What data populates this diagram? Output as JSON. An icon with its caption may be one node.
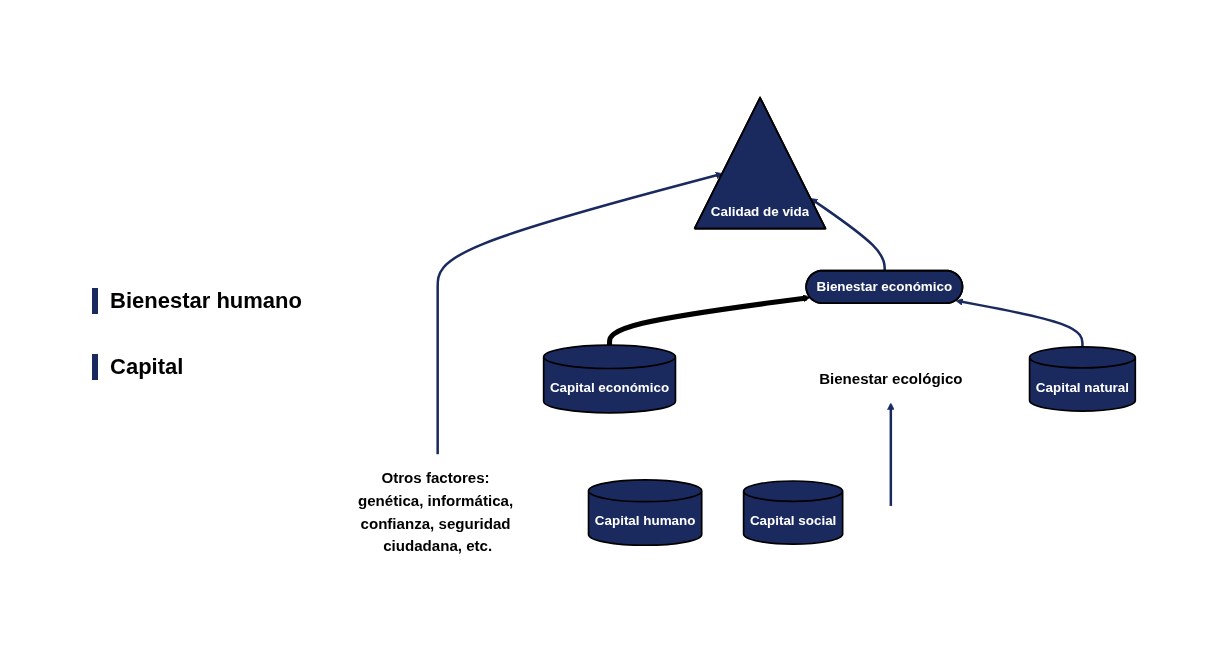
{
  "diagram": {
    "nodes": [
      {
        "text": [
          "Otros factores: genética, informática, confianza, seguridad ciudadana, etc."
        ]
      },
      {
        "text": [
          "Calidad de vida"
        ]
      },
      {
        "text": [
          "Bienestar económico"
        ]
      },
      {
        "text": [
          "Capital económico"
        ]
      },
      {
        "text": [
          "Capital humano"
        ]
      },
      {
        "text": [
          "Capital social"
        ]
      },
      {
        "text": [
          "Capital natural"
        ]
      },
      {
        "text": [
          "Bienestar ecológico"
        ]
      }
    ],
    "edges": [
      {
        "from": 0,
        "to": 1,
        "arrow": "to"
      },
      {
        "from": 2,
        "to": 1,
        "arrow": "to"
      },
      {
        "from": 3,
        "to": 2,
        "arrow": "to",
        "style": "thick",
        "color": "#000000"
      },
      {
        "from": 6,
        "to": 2,
        "arrow": "to"
      },
      {
        "from": null,
        "to": 7,
        "arrow": "to"
      }
    ],
    "labels": [
      "Bienestar humano",
      "Capital"
    ]
  }
}
